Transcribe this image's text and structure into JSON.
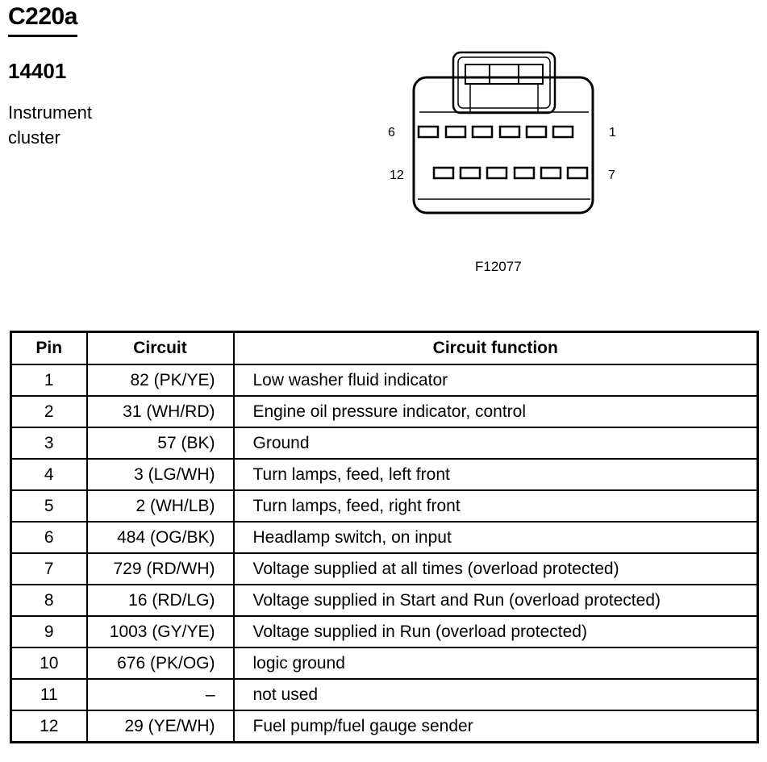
{
  "header": {
    "connector_id": "C220a",
    "part_number": "14401",
    "description_lines": [
      "Instrument",
      "cluster"
    ]
  },
  "diagram": {
    "pin_labels": {
      "top_left": "6",
      "top_right": "1",
      "bottom_left": "12",
      "bottom_right": "7"
    },
    "figure_code": "F12077"
  },
  "table": {
    "headers": [
      "Pin",
      "Circuit",
      "Circuit function"
    ],
    "rows": [
      {
        "pin": "1",
        "circuit": "82 (PK/YE)",
        "function": "Low washer fluid indicator"
      },
      {
        "pin": "2",
        "circuit": "31 (WH/RD)",
        "function": "Engine oil pressure indicator, control"
      },
      {
        "pin": "3",
        "circuit": "57 (BK)",
        "function": "Ground"
      },
      {
        "pin": "4",
        "circuit": "3 (LG/WH)",
        "function": "Turn lamps, feed, left front"
      },
      {
        "pin": "5",
        "circuit": "2 (WH/LB)",
        "function": "Turn lamps, feed, right front"
      },
      {
        "pin": "6",
        "circuit": "484 (OG/BK)",
        "function": "Headlamp switch, on input"
      },
      {
        "pin": "7",
        "circuit": "729 (RD/WH)",
        "function": "Voltage supplied at all times (overload protected)"
      },
      {
        "pin": "8",
        "circuit": "16 (RD/LG)",
        "function": "Voltage supplied in Start and Run (overload protected)"
      },
      {
        "pin": "9",
        "circuit": "1003 (GY/YE)",
        "function": "Voltage supplied in Run (overload protected)"
      },
      {
        "pin": "10",
        "circuit": "676 (PK/OG)",
        "function": "logic ground"
      },
      {
        "pin": "11",
        "circuit": "–",
        "function": "not used"
      },
      {
        "pin": "12",
        "circuit": "29 (YE/WH)",
        "function": "Fuel pump/fuel gauge sender"
      }
    ]
  }
}
